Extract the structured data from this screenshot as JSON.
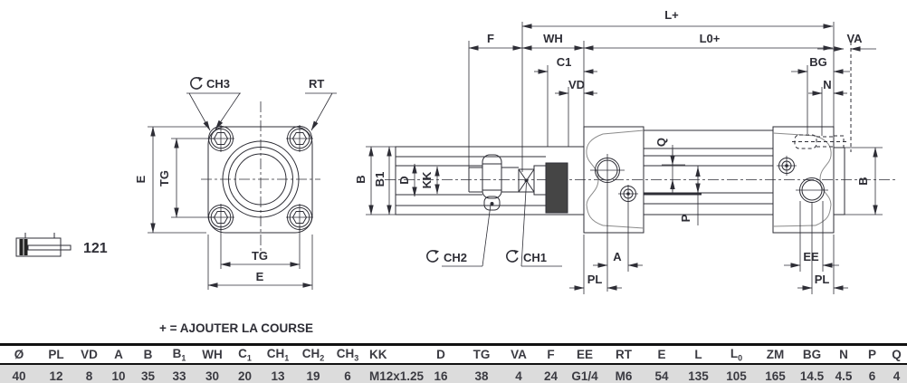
{
  "drawing": {
    "model_number": "121",
    "note": "+ = AJOUTER LA COURSE",
    "labels": {
      "ch3": "CH3",
      "rt": "RT",
      "e_left": "E",
      "tg_left": "TG",
      "tg_bottom": "TG",
      "e_bottom": "E",
      "b": "B",
      "b1": "B1",
      "d": "D",
      "kk": "KK",
      "ch2": "CH2",
      "ch1": "CH1",
      "l_plus": "L+",
      "f": "F",
      "wh": "WH",
      "l0_plus": "L0+",
      "va": "VA",
      "c1": "C1",
      "vd": "VD",
      "bg": "BG",
      "n": "N",
      "q": "Q",
      "p": "P",
      "a": "A",
      "ee": "EE",
      "pl_left": "PL",
      "pl_right": "PL",
      "b_end": "B"
    }
  },
  "table": {
    "headers": [
      {
        "base": "Ø"
      },
      {
        "base": "PL"
      },
      {
        "base": "VD"
      },
      {
        "base": "A"
      },
      {
        "base": "B"
      },
      {
        "base": "B",
        "sub": "1"
      },
      {
        "base": "WH"
      },
      {
        "base": "C",
        "sub": "1"
      },
      {
        "base": "CH",
        "sub": "1"
      },
      {
        "base": "CH",
        "sub": "2"
      },
      {
        "base": "CH",
        "sub": "3"
      },
      {
        "base": "KK"
      },
      {
        "base": "D"
      },
      {
        "base": "TG"
      },
      {
        "base": "VA"
      },
      {
        "base": "F"
      },
      {
        "base": "EE"
      },
      {
        "base": "RT"
      },
      {
        "base": "E"
      },
      {
        "base": "L"
      },
      {
        "base": "L",
        "sub": "0"
      },
      {
        "base": "ZM"
      },
      {
        "base": "BG"
      },
      {
        "base": "N"
      },
      {
        "base": "P"
      },
      {
        "base": "Q"
      }
    ],
    "values": [
      "40",
      "12",
      "8",
      "10",
      "35",
      "33",
      "30",
      "20",
      "13",
      "19",
      "6",
      "M12x1.25",
      "16",
      "38",
      "4",
      "24",
      "G1/4",
      "M6",
      "54",
      "135",
      "105",
      "165",
      "14.5",
      "4.5",
      "6",
      "4"
    ]
  }
}
